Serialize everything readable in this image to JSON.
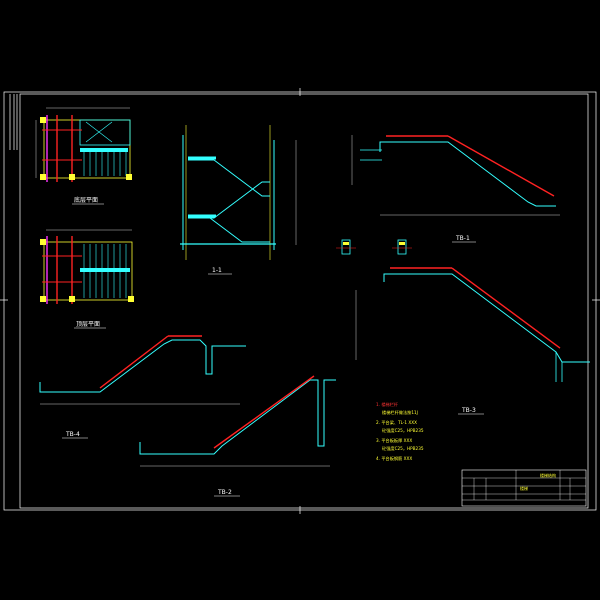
{
  "colors": {
    "background": "#000000",
    "frame": "#ffffff",
    "cyan": "#33ffff",
    "red": "#ff2222",
    "yellow": "#ffff33",
    "magenta": "#ff33ff",
    "green": "#33ff33",
    "white": "#ffffff"
  },
  "views": {
    "plan_top": "底层平面",
    "plan_bottom": "顶层平面",
    "section_1": "1-1",
    "tb1": "TB-1",
    "tb2": "TB-2",
    "tb3": "TB-3",
    "tb4": "TB-4"
  },
  "notes": {
    "n1_red": "1. 楼梯栏杆",
    "n1_cont": "楼梯栏杆做法按11J",
    "n2": "2. 平台梁、TL-1  XXX",
    "n2_cont": "  砼强度C25，HPB235",
    "n3": "3. 平台板板厚  XXX",
    "n3_cont": "  砼强度C25，HPB235",
    "n4": "4. 平台板钢筋  XXX"
  },
  "titleblock": {
    "name": "楼梯",
    "sub": "楼梯结构"
  }
}
